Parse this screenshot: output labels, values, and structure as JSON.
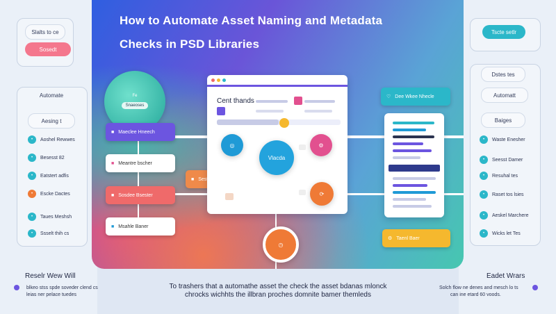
{
  "title_line1": "How to Automate Asset Naming and Metadata",
  "title_line2": "Checks in PSD Libraries",
  "left_sidebar": {
    "top_pills": [
      "Slalts to ce",
      "Sosedt"
    ],
    "automate_label": "Automate",
    "asseing_label": "Aesing t",
    "items": [
      "Aoshel Rewwes",
      "Besesst 82",
      "Eatstert adfis",
      "Escke Dactes",
      "Taues Meshsh",
      "Ssselt thih cs"
    ]
  },
  "right_sidebar": {
    "top_pill": "Tscte setlr",
    "pills": [
      "Dstes tes",
      "Automatt",
      "Baiges"
    ],
    "items": [
      "Waste Enesher",
      "Seesst Damer",
      "Resuhal tes",
      "Raset tos lsies",
      "Aeskel Marchere",
      "Wicks let Tes"
    ]
  },
  "flow": {
    "top_circle": [
      "Fe",
      "Snaeoses"
    ],
    "box1": "Maeclee Hneech",
    "box2": "Meantre bscher",
    "box3": "Sosdee Bsester",
    "box4": "Msahle Baner",
    "orange_box": "Sestfe tnd Seao",
    "center_title": "Cent thands",
    "center_circle": "Vlacda",
    "right_header": "Dee Wkee Nhecle",
    "right_bottom": "Taenl Baer"
  },
  "caption_line1": "To trashers that a automathe asset the check the asset bdanas mlonck",
  "caption_line2": "chrocks wichhts the illbran proches domnite bamer themleds",
  "footer_left": {
    "heading": "Reselr Wew Will",
    "line1": "blkeo stss spde soveder clend cs",
    "line2": "leias ner pelace tuedes"
  },
  "footer_right": {
    "heading": "Eadet Wrars",
    "line1": "Solch flow ne denes and mesch lo ts",
    "line2": "can ine etard 60 voods."
  },
  "colors": {
    "purple": "#6c55e0",
    "pink": "#e2508f",
    "orange": "#ef7a36",
    "teal": "#2bb7c9",
    "yellow": "#f5b82e",
    "blue": "#1f9ad6"
  }
}
